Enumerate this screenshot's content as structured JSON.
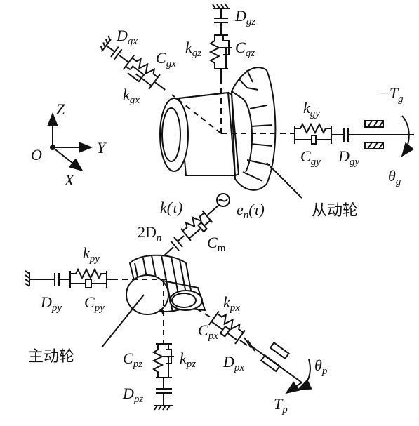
{
  "axes": {
    "z": "Z",
    "y": "Y",
    "x": "X",
    "origin": "O"
  },
  "gear_driven": {
    "name": "从动轮",
    "D_gz": "D",
    "D_gz_sub": "gz",
    "k_gz": "k",
    "k_gz_sub": "gz",
    "C_gz": "C",
    "C_gz_sub": "gz",
    "D_gx": "D",
    "D_gx_sub": "gx",
    "C_gx": "C",
    "C_gx_sub": "gx",
    "k_gx": "k",
    "k_gx_sub": "gx",
    "k_gy": "k",
    "k_gy_sub": "gy",
    "C_gy": "C",
    "C_gy_sub": "gy",
    "D_gy": "D",
    "D_gy_sub": "gy",
    "torque": "−T",
    "torque_sub": "g",
    "angle": "θ",
    "angle_sub": "g"
  },
  "mesh": {
    "k_tau": "k(τ)",
    "e_tau": "e",
    "e_tau_sub": "n",
    "e_tau_suffix": "(τ)",
    "D_n": "2D",
    "D_n_sub": "n",
    "C_m": "C",
    "C_m_sub": "m"
  },
  "gear_driving": {
    "name": "主动轮",
    "k_py": "k",
    "k_py_sub": "py",
    "D_py": "D",
    "D_py_sub": "py",
    "C_py": "C",
    "C_py_sub": "py",
    "k_px": "k",
    "k_px_sub": "px",
    "C_px": "C",
    "C_px_sub": "px",
    "D_px": "D",
    "D_px_sub": "px",
    "C_pz": "C",
    "C_pz_sub": "pz",
    "k_pz": "k",
    "k_pz_sub": "pz",
    "D_pz": "D",
    "D_pz_sub": "pz",
    "torque": "T",
    "torque_sub": "p",
    "angle": "θ",
    "angle_sub": "p"
  }
}
